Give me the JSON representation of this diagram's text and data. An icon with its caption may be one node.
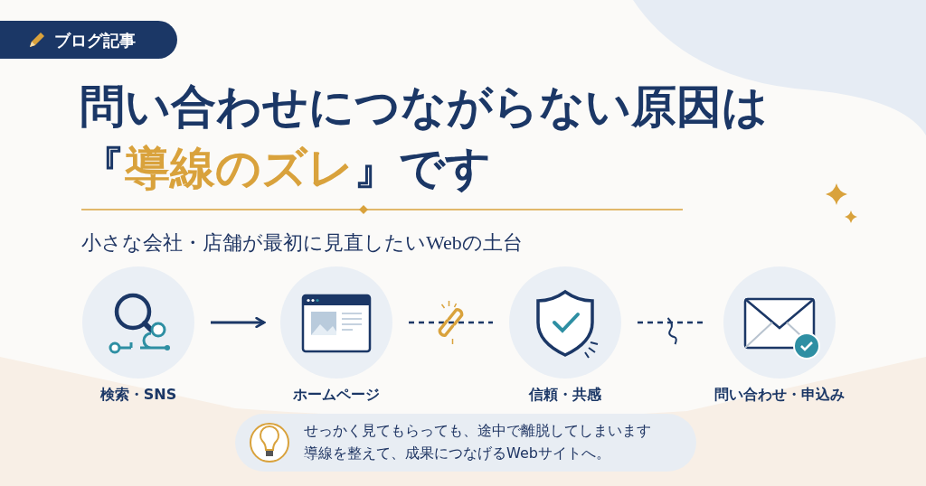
{
  "diagram": {
    "title": "問い合わせにつながらない原因は『**導線のズレ**』です",
    "nodes": [
      {
        "text": [
          "検索・SNS"
        ]
      },
      {
        "text": [
          "ホームページ"
        ]
      },
      {
        "text": [
          "信頼・共感"
        ]
      },
      {
        "text": [
          "問い合わせ・申込み"
        ]
      },
      {
        "text": [
          "せっかく見てもらっても、途中で離脱してしまいます",
          "導線を整えて、成果につなげるWebサイトへ。"
        ]
      }
    ],
    "edges": [
      {
        "from": 0,
        "to": 1,
        "arrow": "to"
      },
      {
        "from": 1,
        "to": 2,
        "arrow": "none",
        "style": "dashed"
      },
      {
        "from": 2,
        "to": 3,
        "arrow": "none",
        "style": "dashed"
      }
    ],
    "labels": [
      "ブログ記事",
      "小さな会社・店舗が最初に見直したいWebの土台"
    ]
  }
}
